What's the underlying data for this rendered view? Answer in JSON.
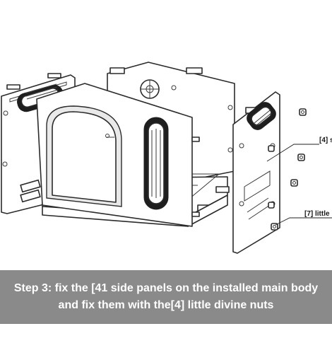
{
  "callouts": {
    "side_panel_label": "[4] s",
    "nut_label": "[7] little"
  },
  "caption": {
    "text": "Step 3: fix the [41 side panels on the installed main body and fix them with the[4] little divine nuts"
  },
  "colors": {
    "caption_background": "#8a8a8a",
    "caption_text": "#ffffff",
    "line_art": "#2b2b2b"
  }
}
